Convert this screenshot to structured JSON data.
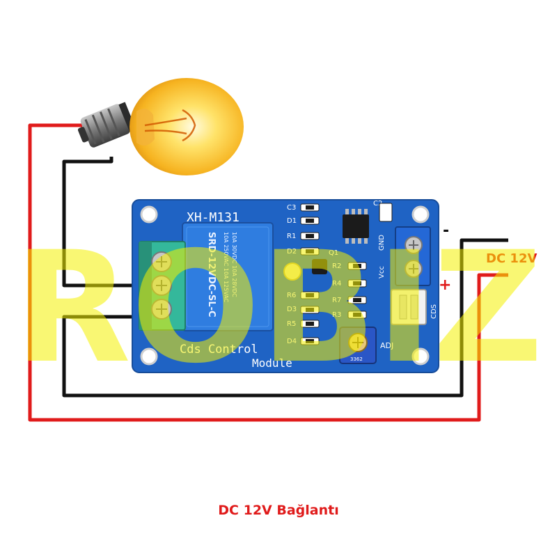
{
  "colors": {
    "wire_red": "#e01b1b",
    "wire_black": "#111111",
    "pcb_blue": "#1f63c4",
    "relay_blue": "#2f7de0",
    "terminal_green": "#34b89b",
    "label_red": "#e01b1b",
    "watermark": "#f4f000"
  },
  "watermark": {
    "text": "ROBIZ"
  },
  "board": {
    "model": "XH-M131",
    "title_line1": "Cds Control",
    "title_line2": "Module",
    "relay_lines": [
      "SRD-12VDC-SL-C",
      "10A 250VAC  10A 125VAC",
      "10A 30VDC  10A 28VDC"
    ],
    "pin_gnd": "GND",
    "pin_vcc": "Vcc",
    "pin_cds": "CDS",
    "pot_label": "ADJ",
    "pot_code": "3362",
    "component_labels": [
      "C3",
      "D1",
      "R1",
      "D2",
      "Q1",
      "R2",
      "R4",
      "R6",
      "D3",
      "R5",
      "D4",
      "R7",
      "R3",
      "C2"
    ]
  },
  "power": {
    "label": "DC 12V",
    "minus": "-",
    "plus": "+"
  },
  "caption": "DC 12V Bağlantı"
}
